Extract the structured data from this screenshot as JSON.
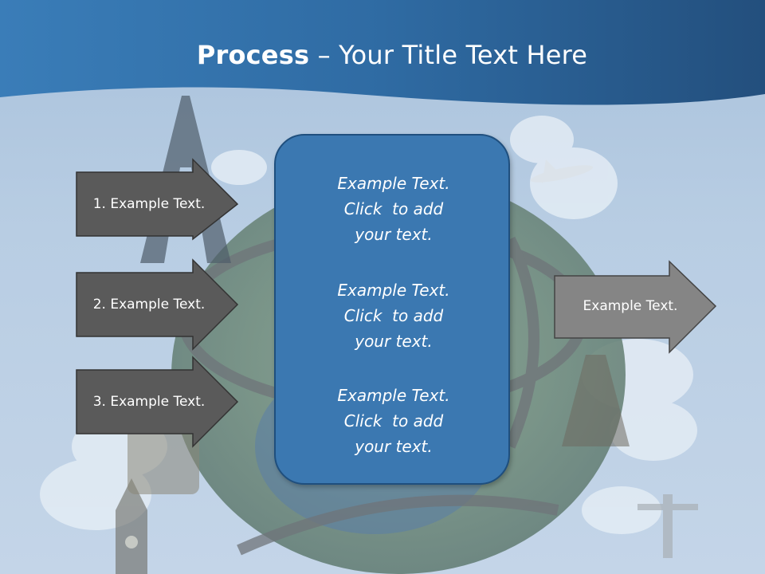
{
  "title": {
    "bold": "Process",
    "rest": " – Your Title Text Here"
  },
  "left_arrows": [
    {
      "label": "1. Example Text."
    },
    {
      "label": "2. Example Text."
    },
    {
      "label": "3. Example Text."
    }
  ],
  "panel": {
    "blocks": [
      {
        "lines": [
          "Example Text.",
          "Click  to add",
          "your text."
        ]
      },
      {
        "lines": [
          "Example Text.",
          "Click  to add",
          "your text."
        ]
      },
      {
        "lines": [
          "Example Text.",
          "Click  to add",
          "your text."
        ]
      }
    ]
  },
  "right_arrow": {
    "label": "Example Text."
  },
  "colors": {
    "header": "#3470a6",
    "panel": "#3b78b1",
    "dark_arrow": "#5a5a5a",
    "light_arrow": "#858585"
  }
}
